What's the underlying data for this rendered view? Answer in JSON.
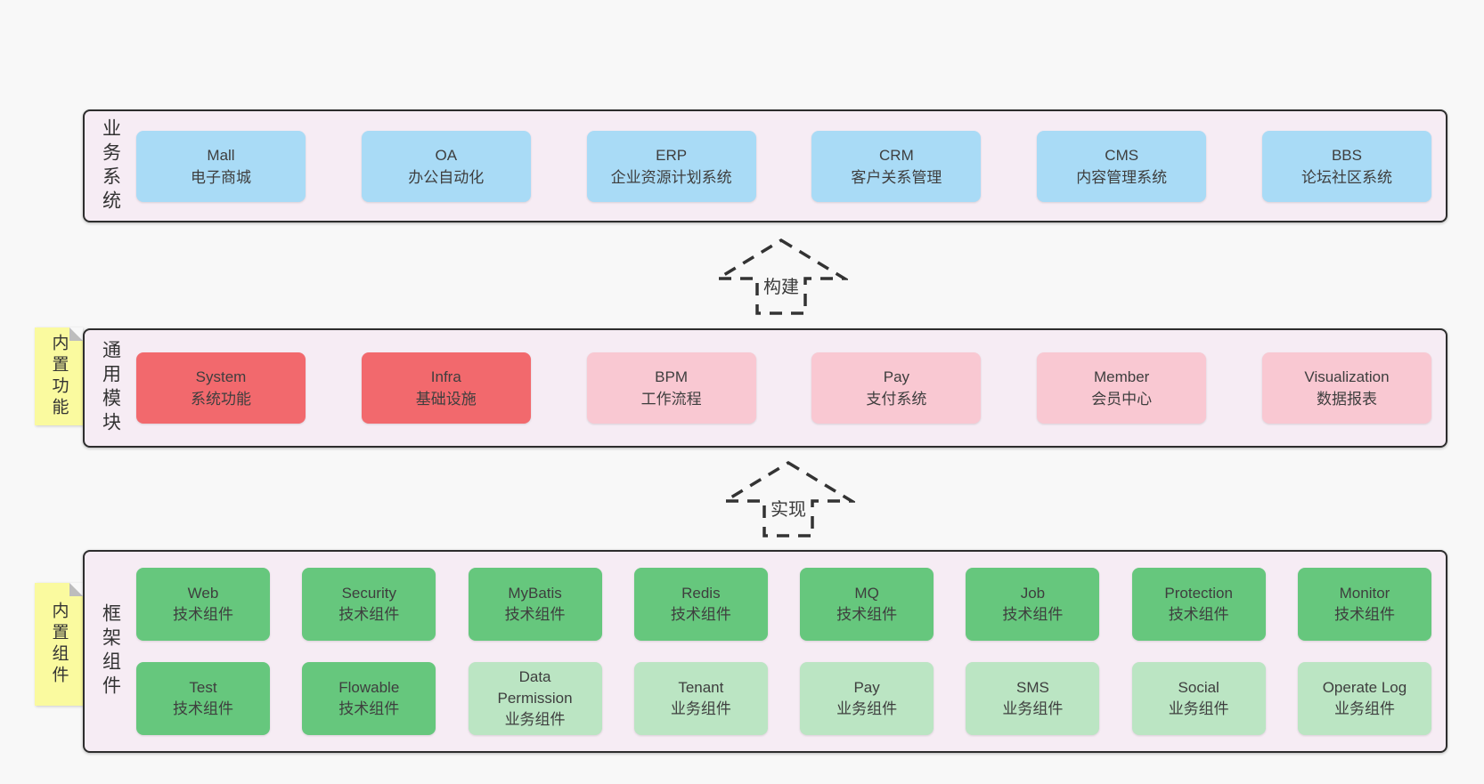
{
  "page": {
    "background": "#f8f8f8"
  },
  "colors": {
    "band_bg": "#f6ecf4",
    "band_border": "#2d2d2d",
    "blue": "#a9dbf6",
    "red": "#f2696d",
    "pink": "#f9c8d2",
    "green": "#66c77d",
    "light_green": "#bbe5c3",
    "sticky_yellow": "#fafa9f",
    "text": "#3e3e3e"
  },
  "arrows": [
    {
      "label": "构建"
    },
    {
      "label": "实现"
    }
  ],
  "bands": [
    {
      "label": "业务系统",
      "sticky": null,
      "rows": [
        [
          {
            "name": "Mall",
            "desc": "电子商城",
            "variant": "blue"
          },
          {
            "name": "OA",
            "desc": "办公自动化",
            "variant": "blue"
          },
          {
            "name": "ERP",
            "desc": "企业资源计划系统",
            "variant": "blue"
          },
          {
            "name": "CRM",
            "desc": "客户关系管理",
            "variant": "blue"
          },
          {
            "name": "CMS",
            "desc": "内容管理系统",
            "variant": "blue"
          },
          {
            "name": "BBS",
            "desc": "论坛社区系统",
            "variant": "blue"
          }
        ]
      ]
    },
    {
      "label": "通用模块",
      "sticky": "内置功能",
      "rows": [
        [
          {
            "name": "System",
            "desc": "系统功能",
            "variant": "red"
          },
          {
            "name": "Infra",
            "desc": "基础设施",
            "variant": "red"
          },
          {
            "name": "BPM",
            "desc": "工作流程",
            "variant": "pink"
          },
          {
            "name": "Pay",
            "desc": "支付系统",
            "variant": "pink"
          },
          {
            "name": "Member",
            "desc": "会员中心",
            "variant": "pink"
          },
          {
            "name": "Visualization",
            "desc": "数据报表",
            "variant": "pink"
          }
        ]
      ]
    },
    {
      "label": "框架组件",
      "sticky": "内置组件",
      "rows": [
        [
          {
            "name": "Web",
            "desc": "技术组件",
            "variant": "green"
          },
          {
            "name": "Security",
            "desc": "技术组件",
            "variant": "green"
          },
          {
            "name": "MyBatis",
            "desc": "技术组件",
            "variant": "green"
          },
          {
            "name": "Redis",
            "desc": "技术组件",
            "variant": "green"
          },
          {
            "name": "MQ",
            "desc": "技术组件",
            "variant": "green"
          },
          {
            "name": "Job",
            "desc": "技术组件",
            "variant": "green"
          },
          {
            "name": "Protection",
            "desc": "技术组件",
            "variant": "green"
          },
          {
            "name": "Monitor",
            "desc": "技术组件",
            "variant": "green"
          }
        ],
        [
          {
            "name": "Test",
            "desc": "技术组件",
            "variant": "green"
          },
          {
            "name": "Flowable",
            "desc": "技术组件",
            "variant": "green"
          },
          {
            "name": "Data Permission",
            "desc": "业务组件",
            "variant": "light_green"
          },
          {
            "name": "Tenant",
            "desc": "业务组件",
            "variant": "light_green"
          },
          {
            "name": "Pay",
            "desc": "业务组件",
            "variant": "light_green"
          },
          {
            "name": "SMS",
            "desc": "业务组件",
            "variant": "light_green"
          },
          {
            "name": "Social",
            "desc": "业务组件",
            "variant": "light_green"
          },
          {
            "name": "Operate Log",
            "desc": "业务组件",
            "variant": "light_green"
          }
        ]
      ]
    }
  ]
}
